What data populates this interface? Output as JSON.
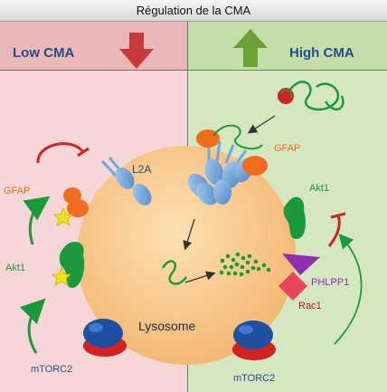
{
  "title": "Régulation de la CMA",
  "left_header": "Low CMA",
  "right_header": "High CMA",
  "labels": {
    "l2a": "L2A",
    "lysosome": "Lysosome",
    "gfap_left": "GFAP",
    "akt1_left": "Akt1",
    "mtorc2_left": "mTORC2",
    "gfap_right": "GFAP",
    "akt1_right": "Akt1",
    "phlpp1": "PHLPP1",
    "rac1": "Rac1",
    "mtorc2_right": "mTORC2"
  },
  "colors": {
    "low_bg": "#f6d6d6",
    "high_bg": "#d5e7c0",
    "lysosome": "#f8c888",
    "gfap": "#f26c1f",
    "akt1": "#1a9a3a",
    "phlpp1": "#8e2fb0",
    "rac1": "#e8455e",
    "mtorc2": "#1e4fa0",
    "l2a": "#6fa8dc",
    "header_text": "#1f4e8c",
    "down_arrow": "#c8393a",
    "up_arrow": "#6aa334"
  }
}
